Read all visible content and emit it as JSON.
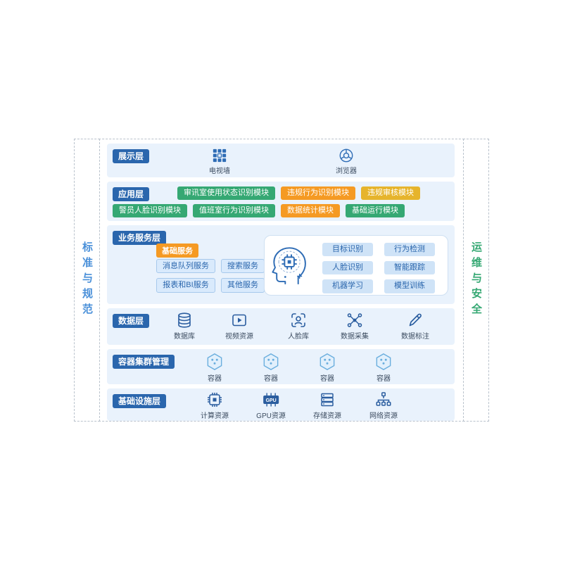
{
  "colors": {
    "layer_label_bg": "#2a66ad",
    "row_bg": "#e9f2fc",
    "module_green": "#35a873",
    "module_orange": "#f59a23",
    "module_yellow": "#e6b42c",
    "service_chip_bg": "#d9eafc",
    "service_chip_text": "#2a66ad",
    "left_strip_text": "#4a90d9",
    "right_strip_text": "#35a873",
    "icon_blue": "#2a5d9f"
  },
  "sides": {
    "left": "标准与规范",
    "right": "运维与安全"
  },
  "layers": {
    "presentation": {
      "label": "展示层",
      "items": [
        {
          "label": "电视墙",
          "icon": "tv-wall-icon"
        },
        {
          "label": "浏览器",
          "icon": "browser-icon"
        }
      ]
    },
    "application": {
      "label": "应用层",
      "row1": [
        {
          "label": "审讯室使用状态识别模块",
          "color": "green"
        },
        {
          "label": "违规行为识别模块",
          "color": "orange"
        },
        {
          "label": "违规审核模块",
          "color": "yellow"
        }
      ],
      "row2": [
        {
          "label": "警员人脸识别模块",
          "color": "green"
        },
        {
          "label": "值班室行为识别模块",
          "color": "green"
        },
        {
          "label": "数据统计模块",
          "color": "orange"
        },
        {
          "label": "基础运行模块",
          "color": "green"
        }
      ]
    },
    "business": {
      "label": "业务服务层",
      "basic_label": "基础服务",
      "services": [
        "消息队列服务",
        "搜索服务",
        "报表和BI服务",
        "其他服务"
      ],
      "ai_icon": "head-ai-icon",
      "capabilities": [
        "目标识别",
        "行为检测",
        "人脸识别",
        "智能跟踪",
        "机器学习",
        "模型训练"
      ]
    },
    "data": {
      "label": "数据层",
      "items": [
        {
          "label": "数据库",
          "icon": "database-icon"
        },
        {
          "label": "视频资源",
          "icon": "video-resource-icon"
        },
        {
          "label": "人脸库",
          "icon": "face-library-icon"
        },
        {
          "label": "数据采集",
          "icon": "data-collect-icon"
        },
        {
          "label": "数据标注",
          "icon": "data-annotate-icon"
        }
      ]
    },
    "container": {
      "label": "容器集群管理",
      "items": [
        {
          "label": "容器",
          "icon": "container-hexagon-icon"
        },
        {
          "label": "容器",
          "icon": "container-hexagon-icon"
        },
        {
          "label": "容器",
          "icon": "container-hexagon-icon"
        },
        {
          "label": "容器",
          "icon": "container-hexagon-icon"
        }
      ]
    },
    "infrastructure": {
      "label": "基础设施层",
      "gpu_text": "GPU",
      "items": [
        {
          "label": "计算资源",
          "icon": "cpu-icon"
        },
        {
          "label": "GPU资源",
          "icon": "gpu-icon"
        },
        {
          "label": "存储资源",
          "icon": "storage-icon"
        },
        {
          "label": "网络资源",
          "icon": "network-icon"
        }
      ]
    }
  }
}
